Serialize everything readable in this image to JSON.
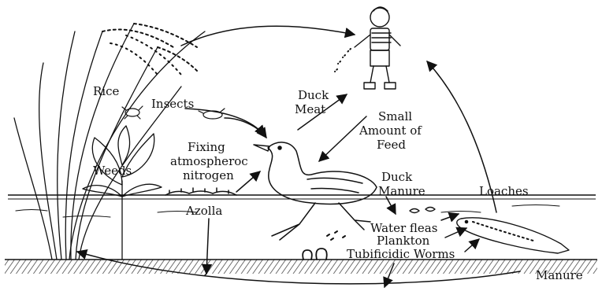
{
  "labels": {
    "rice": "Rice",
    "insects": "Insects",
    "duck_meat_1": "Duck",
    "duck_meat_2": "Meat",
    "small_feed_1": "Small",
    "small_feed_2": "Amount of",
    "small_feed_3": "Feed",
    "weeds": "Weeds",
    "fixing_1": "Fixing",
    "fixing_2": "atmospheroc",
    "fixing_3": "nitrogen",
    "azolla": "Azolla",
    "duck_manure_1": "Duck",
    "duck_manure_2": "Manure",
    "loaches": "Loaches",
    "water_fleas": "Water fleas",
    "plankton": "Plankton",
    "tubificidic": "Tubificidic Worms",
    "manure": "Manure"
  },
  "icons": [
    "rice-plant-icon",
    "weed-plant-icon",
    "insect-icon",
    "azolla-icon",
    "duck-icon",
    "child-icon",
    "loach-fish-icon",
    "worm-icon",
    "water-flea-icon"
  ]
}
